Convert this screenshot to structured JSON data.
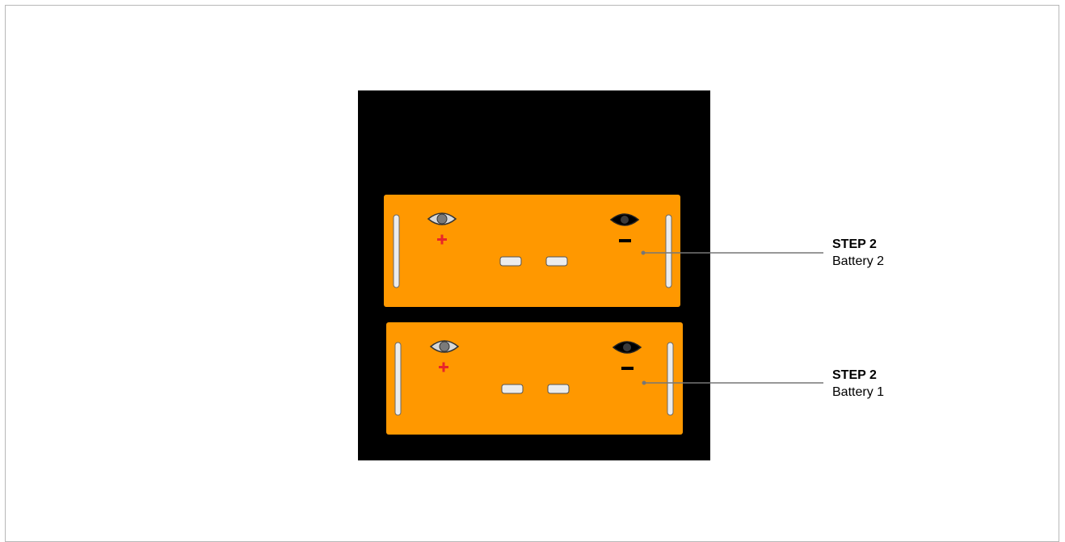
{
  "colors": {
    "cabinet": "#000000",
    "battery_body": "#ff9800",
    "handle_fill": "#ececec",
    "positive_symbol": "#e8262a",
    "negative_symbol": "#000000",
    "leader_line": "#777777"
  },
  "icons": {
    "positive_terminal": "eye-shaped-terminal-icon",
    "negative_terminal": "eye-shaped-terminal-icon",
    "positive_symbol": "plus-icon",
    "negative_symbol": "minus-icon"
  },
  "callouts": [
    {
      "step": "STEP 2",
      "label": "Battery 2"
    },
    {
      "step": "STEP 2",
      "label": "Battery 1"
    }
  ]
}
